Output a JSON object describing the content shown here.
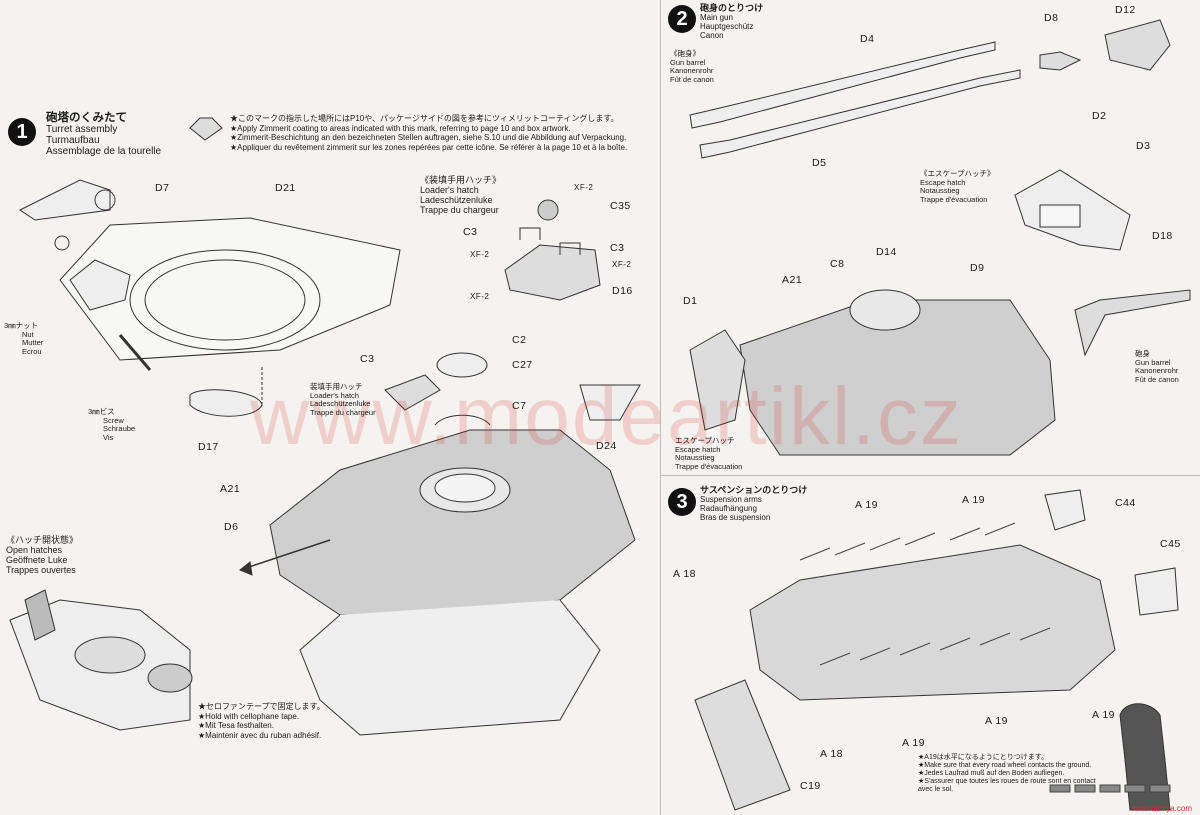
{
  "step1": {
    "number": "1",
    "jp": "砲塔のくみたて",
    "en": "Turret assembly",
    "de": "Turmaufbau",
    "fr": "Assemblage de la tourelle",
    "zimmerit_note": [
      "★このマークの指示した場所にはP10や、パッケージサイドの図を参考にツィメリットコーティングします。",
      "★Apply Zimmerit coating to areas indicated with this mark, referring to page 10 and box artwork.",
      "★Zimmerit-Beschichtung an den bezeichneten Stellen auftragen, siehe S.10 und die Abbildung auf Verpackung.",
      "★Appliquer du revêtement zimmerit sur les zones repérées par cette icône. Se référer à la page 10 et à la boîte."
    ],
    "loaders_hatch": {
      "jp": "《装填手用ハッチ》",
      "en": "Loader's hatch",
      "de": "Ladeschützenluke",
      "fr": "Trappe du chargeur"
    },
    "loaders_hatch2": {
      "jp": "装填手用ハッチ",
      "en": "Loader's hatch",
      "de": "Ladeschützenluke",
      "fr": "Trappe du chargeur"
    },
    "nut": {
      "jp": "3㎜ナット",
      "en": "Nut",
      "de": "Mutter",
      "fr": "Ecrou"
    },
    "screw": {
      "jp": "3㎜ビス",
      "en": "Screw",
      "de": "Schraube",
      "fr": "Vis"
    },
    "open_hatches": {
      "jp": "《ハッチ開状態》",
      "en": "Open hatches",
      "de": "Geöffnete Luke",
      "fr": "Trappes ouvertes"
    },
    "tape_note": [
      "★セロファンテープで固定します。",
      "★Hold with cellophane tape.",
      "★Mit Tesa festhalten.",
      "★Maintenir avec du ruban adhésif."
    ],
    "parts": {
      "d7": "D7",
      "d21": "D21",
      "xf2a": "XF-2",
      "c35": "C35",
      "c3a": "C3",
      "c3b": "C3",
      "xf2b": "XF-2",
      "xf2c": "XF-2",
      "xf2d": "XF-2",
      "d16": "D16",
      "c2": "C2",
      "c27": "C27",
      "c3c": "C3",
      "c7": "C7",
      "d24": "D24",
      "d17": "D17",
      "a21": "A21",
      "d6": "D6"
    }
  },
  "step2": {
    "number": "2",
    "jp": "砲身のとりつけ",
    "en": "Main gun",
    "de": "Hauptgeschütz",
    "fr": "Canon",
    "gun_barrel": {
      "jp": "《砲身》",
      "en": "Gun barrel",
      "de": "Kanonenrohr",
      "fr": "Fût de canon"
    },
    "gun_barrel2": {
      "jp": "砲身",
      "en": "Gun barrel",
      "de": "Kanonenrohr",
      "fr": "Fût de canon"
    },
    "escape_hatch": {
      "jp": "《エスケープハッチ》",
      "en": "Escape hatch",
      "de": "Notausstieg",
      "fr": "Trappe d'évacuation"
    },
    "escape_hatch2": {
      "jp": "エスケープハッチ",
      "en": "Escape hatch",
      "de": "Notausstieg",
      "fr": "Trappe d'évacuation"
    },
    "parts": {
      "d4": "D4",
      "d5": "D5",
      "d8": "D8",
      "d12": "D12",
      "d2": "D2",
      "d3": "D3",
      "d18": "D18",
      "d1": "D1",
      "a21": "A21",
      "c8": "C8",
      "d14": "D14",
      "d9": "D9"
    }
  },
  "step3": {
    "number": "3",
    "jp": "サスペンションのとりつけ",
    "en": "Suspension arms",
    "de": "Radaufhängung",
    "fr": "Bras de suspension",
    "level_note": [
      "★A19は水平になるようにとりつけます。",
      "★Make sure that every road wheel contacts the ground.",
      "★Jedes Laufrad muß auf den Boden aufliegen.",
      "★S'assurer que toutes les roues de route sont en contact avec le sol."
    ],
    "parts": {
      "a19a": "A 19",
      "a19b": "A 19",
      "c44": "C44",
      "c45": "C45",
      "a18a": "A 18",
      "a18b": "A 18",
      "a19c": "A 19",
      "a19d": "A 19",
      "a19e": "A 19",
      "c19": "C19"
    }
  },
  "watermark": "www.modeartikl.cz",
  "footer": "www.tamiya.com"
}
